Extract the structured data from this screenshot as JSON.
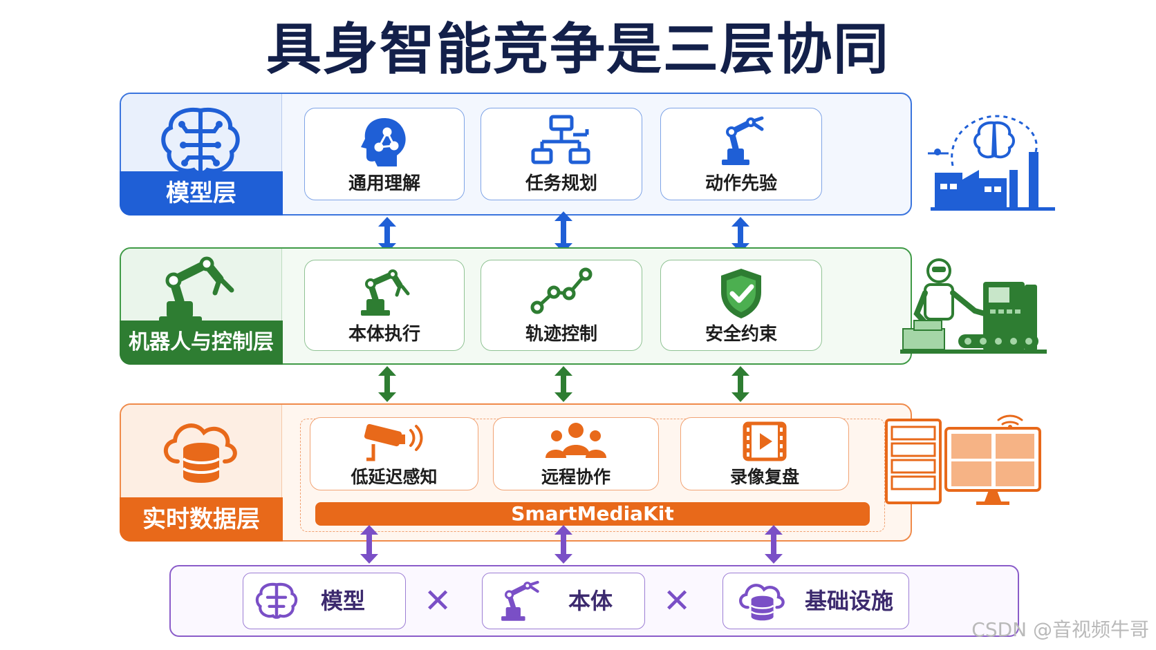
{
  "title": "具身智能竞争是三层协同",
  "layers": [
    {
      "name": "模型层",
      "color": "#1f5fd6",
      "items": [
        "通用理解",
        "任务规划",
        "动作先验"
      ]
    },
    {
      "name": "机器人与控制层",
      "color": "#2e7d32",
      "items": [
        "本体执行",
        "轨迹控制",
        "安全约束"
      ]
    },
    {
      "name": "实时数据层",
      "color": "#e8691a",
      "items": [
        "低延迟感知",
        "远程协作",
        "录像复盘"
      ],
      "bar": "SmartMediaKit"
    }
  ],
  "bottom": {
    "items": [
      "模型",
      "本体",
      "基础设施"
    ],
    "operator": "✕",
    "color": "#7a4fc6"
  },
  "watermark": "CSDN @音视频牛哥",
  "icons": {
    "model": [
      "brain-icon",
      "head-network-icon",
      "flowchart-icon",
      "robot-arm-icon",
      "factory-ai-icon"
    ],
    "robot": [
      "robot-arm-icon",
      "robot-arm-icon",
      "trajectory-icon",
      "shield-check-icon",
      "humanoid-machine-icon"
    ],
    "data": [
      "cloud-database-icon",
      "camera-icon",
      "team-icon",
      "video-icon",
      "server-monitor-icon"
    ]
  }
}
